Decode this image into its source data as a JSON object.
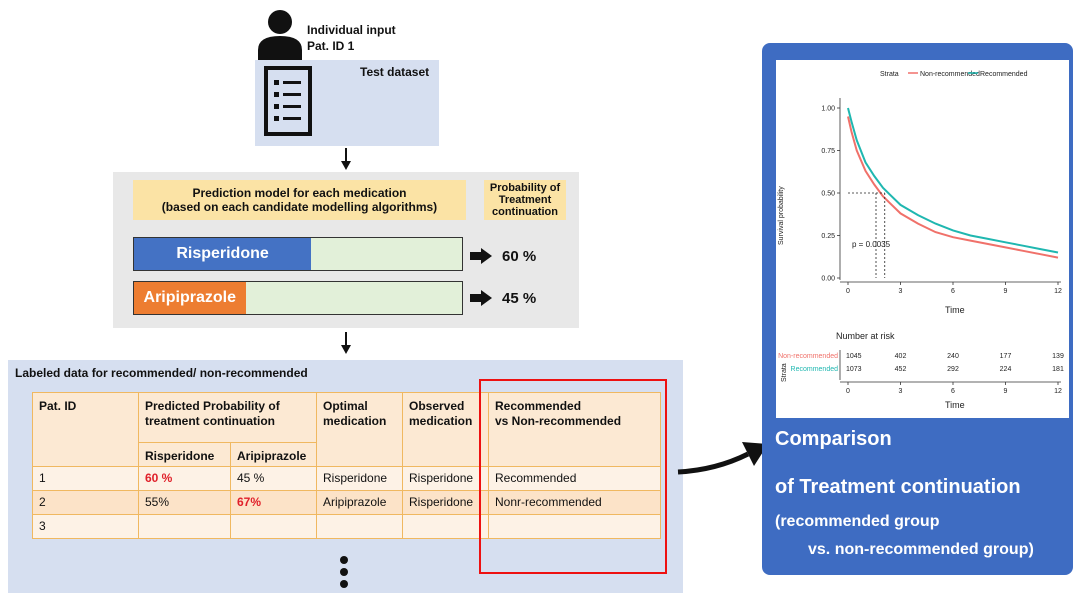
{
  "input": {
    "line1": "Individual input",
    "line2": "Pat. ID 1",
    "test_dataset": "Test dataset"
  },
  "prediction": {
    "title_line1": "Prediction model for each medication",
    "title_line2": "(based on each candidate modelling algorithms)",
    "prob_line1": "Probability of",
    "prob_line2": "Treatment",
    "prob_line3": "continuation",
    "meds": [
      {
        "name": "Risperidone",
        "value": "60 %",
        "fraction": 0.54,
        "color": "#4472c4"
      },
      {
        "name": "Aripiprazole",
        "value": "45 %",
        "fraction": 0.34,
        "color": "#ed7d31"
      }
    ]
  },
  "labeled": {
    "title": "Labeled data for recommended/ non-recommended",
    "headers": {
      "pat_id": "Pat. ID",
      "pred_line1": "Predicted Probability of",
      "pred_line2": "treatment continuation",
      "opt_line1": "Optimal",
      "opt_line2": "medication",
      "obs_line1": "Observed",
      "obs_line2": "medication",
      "rec_line1": "Recommended",
      "rec_line2": "vs Non-recommended",
      "risp": "Risperidone",
      "arip": "Aripiprazole"
    },
    "rows": [
      {
        "id": "1",
        "risp": "60 %",
        "arip": "45 %",
        "optimal": "Risperidone",
        "observed": "Risperidone",
        "rec": "Recommended"
      },
      {
        "id": "2",
        "risp": "55%",
        "arip": "67%",
        "optimal": "Aripiprazole",
        "observed": "Risperidone",
        "rec": "Nonr-recommended"
      },
      {
        "id": "3",
        "risp": "",
        "arip": "",
        "optimal": "",
        "observed": "",
        "rec": ""
      }
    ]
  },
  "comparison": {
    "line1": "Comparison",
    "line2": "of Treatment continuation",
    "line3": "(recommended group",
    "line4": "vs. non-recommended group)"
  },
  "chart_data": {
    "type": "line",
    "title": "",
    "legend_title": "Strata",
    "xlabel": "Time",
    "ylabel": "Survival probability",
    "xlim": [
      0,
      12
    ],
    "ylim": [
      0,
      1
    ],
    "x_ticks": [
      "0",
      "3",
      "6",
      "9",
      "12"
    ],
    "y_ticks": [
      "0.00",
      "0.25",
      "0.50",
      "0.75",
      "1.00"
    ],
    "annotation": "p = 0.0035",
    "median_line_y": 0.5,
    "median_times": [
      1.6,
      2.1
    ],
    "series": [
      {
        "name": "Non-recommended",
        "color": "#f0716a",
        "x": [
          0,
          0.2,
          0.5,
          1,
          1.5,
          2,
          3,
          4,
          5,
          6,
          7,
          8,
          9,
          10,
          11,
          12
        ],
        "y": [
          0.95,
          0.86,
          0.75,
          0.63,
          0.55,
          0.48,
          0.38,
          0.32,
          0.27,
          0.24,
          0.22,
          0.2,
          0.18,
          0.16,
          0.14,
          0.12
        ]
      },
      {
        "name": "Recommended",
        "color": "#1fb7b0",
        "x": [
          0,
          0.2,
          0.5,
          1,
          1.5,
          2,
          3,
          4,
          5,
          6,
          7,
          8,
          9,
          10,
          11,
          12
        ],
        "y": [
          1.0,
          0.92,
          0.81,
          0.68,
          0.6,
          0.53,
          0.43,
          0.37,
          0.32,
          0.28,
          0.25,
          0.23,
          0.21,
          0.19,
          0.17,
          0.15
        ]
      }
    ],
    "risk_table": {
      "title": "Number at risk",
      "times": [
        "0",
        "3",
        "6",
        "9",
        "12"
      ],
      "rows": [
        {
          "name": "Non-recommended",
          "values": [
            "1045",
            "402",
            "240",
            "177",
            "139"
          ]
        },
        {
          "name": "Recommended",
          "values": [
            "1073",
            "452",
            "292",
            "224",
            "181"
          ]
        }
      ],
      "xlabel": "Time"
    }
  }
}
